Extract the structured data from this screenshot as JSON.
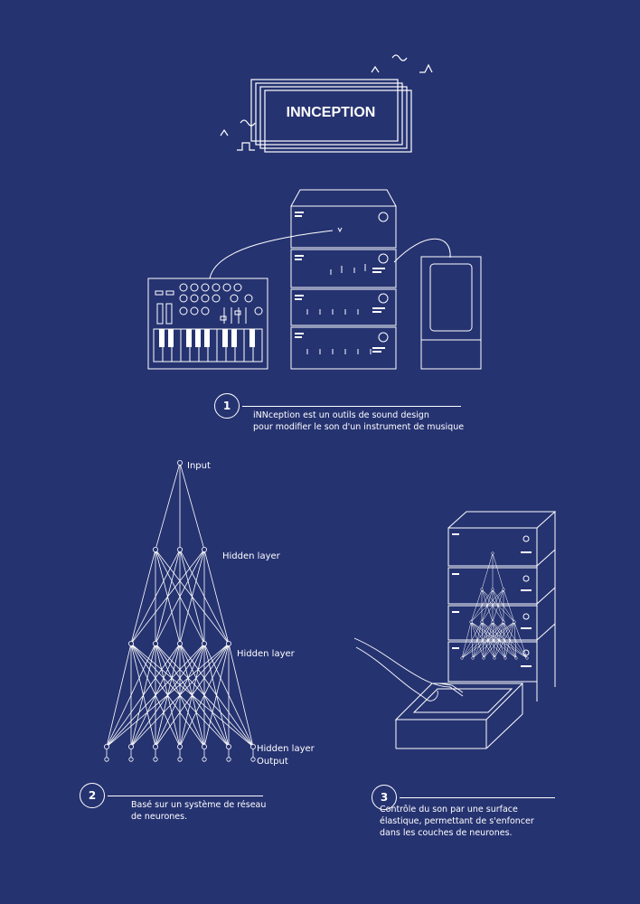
{
  "title": "INNCEPTION",
  "steps": [
    {
      "number": "1",
      "lines": [
        "iNNception est un outils de sound design",
        "pour modifier le son d'un instrument de musique"
      ]
    },
    {
      "number": "2",
      "lines": [
        "Basé sur un système de réseau",
        "de neurones."
      ]
    },
    {
      "number": "3",
      "lines": [
        "Contrôle du son par une surface",
        "élastique, permettant de s'enfoncer",
        "dans les couches de neurones."
      ]
    }
  ],
  "network": {
    "input": "Input",
    "hidden1": "Hidden layer",
    "hidden2": "Hidden layer",
    "hidden3": "Hidden layer",
    "output": "Output"
  },
  "colors": {
    "background": "#263371",
    "line": "#ffffff"
  }
}
